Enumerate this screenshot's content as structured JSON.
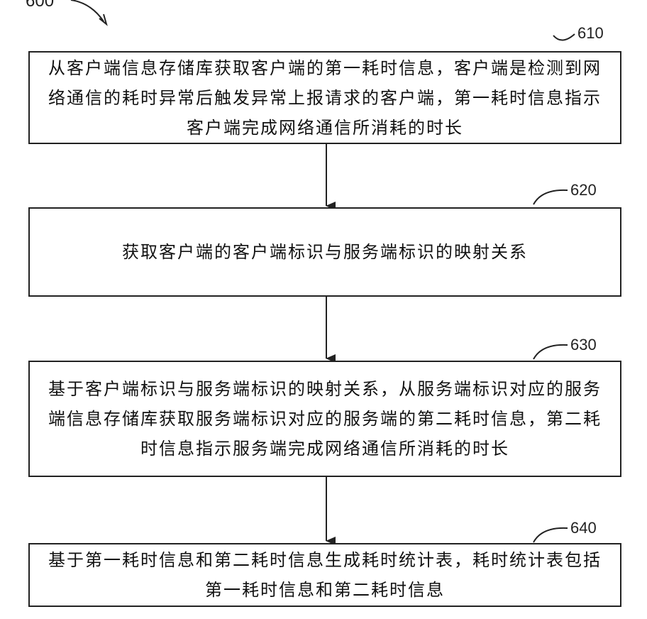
{
  "figure_label": "600",
  "steps": [
    {
      "id": "610",
      "text": "从客户端信息存储库获取客户端的第一耗时信息，客户端是检测到网络通信的耗时异常后触发异常上报请求的客户端，第一耗时信息指示客户端完成网络通信所消耗的时长"
    },
    {
      "id": "620",
      "text": "获取客户端的客户端标识与服务端标识的映射关系"
    },
    {
      "id": "630",
      "text": "基于客户端标识与服务端标识的映射关系，从服务端标识对应的服务端信息存储库获取服务端标识对应的服务端的第二耗时信息，第二耗时信息指示服务端完成网络通信所消耗的时长"
    },
    {
      "id": "640",
      "text": "基于第一耗时信息和第二耗时信息生成耗时统计表，耗时统计表包括第一耗时信息和第二耗时信息"
    }
  ]
}
